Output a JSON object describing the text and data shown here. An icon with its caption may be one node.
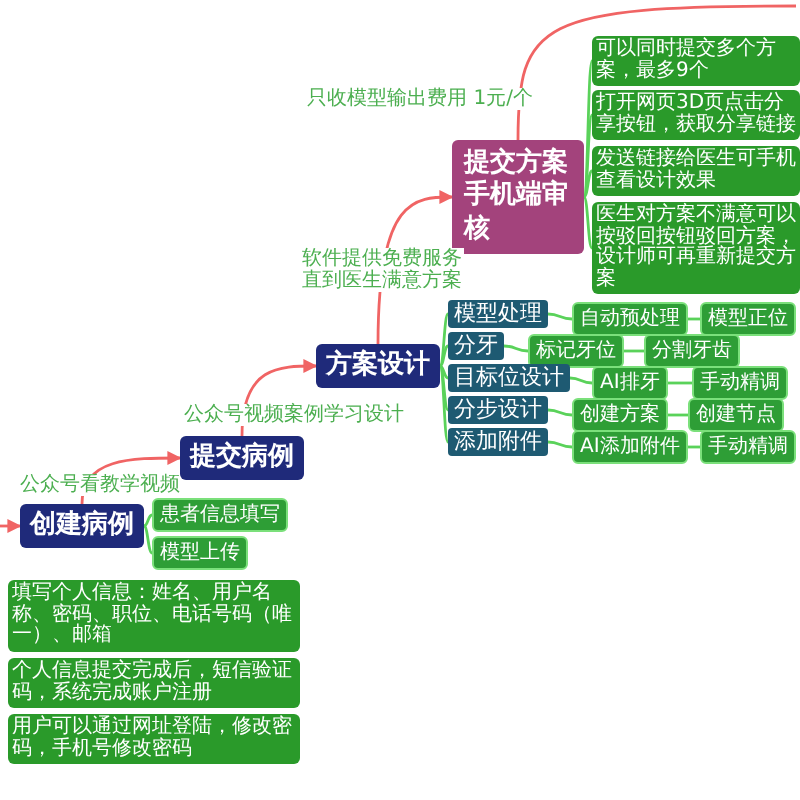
{
  "diagram": {
    "nodes": [
      {
        "text": [
          "创建病例"
        ]
      },
      {
        "text": [
          "患者信息填写"
        ]
      },
      {
        "text": [
          "模型上传"
        ]
      },
      {
        "text": [
          "填写个人信息：姓名、用户名称、密码、职位、电话号码（唯一）、邮箱"
        ]
      },
      {
        "text": [
          "个人信息提交完成后，短信验证码，系统完成账户注册"
        ]
      },
      {
        "text": [
          "用户可以通过网址登陆，修改密码，手机号修改密码"
        ]
      },
      {
        "text": [
          "提交病例"
        ]
      },
      {
        "text": [
          "方案设计"
        ]
      },
      {
        "text": [
          "提交方案手机端审核"
        ]
      },
      {
        "text": [
          "可以同时提交多个方案，最多9个"
        ]
      },
      {
        "text": [
          "打开网页3D页点击分享按钮，获取分享链接"
        ]
      },
      {
        "text": [
          "发送链接给医生可手机查看设计效果"
        ]
      },
      {
        "text": [
          "医生对方案不满意可以按驳回按钮驳回方案，设计师可再重新提交方案"
        ]
      },
      {
        "text": [
          "模型处理"
        ]
      },
      {
        "text": [
          "自动预处理"
        ]
      },
      {
        "text": [
          "模型正位"
        ]
      },
      {
        "text": [
          "分牙"
        ]
      },
      {
        "text": [
          "标记牙位"
        ]
      },
      {
        "text": [
          "分割牙齿"
        ]
      },
      {
        "text": [
          "目标位设计"
        ]
      },
      {
        "text": [
          "AI排牙"
        ]
      },
      {
        "text": [
          "手动精调"
        ]
      },
      {
        "text": [
          "分步设计"
        ]
      },
      {
        "text": [
          "创建方案"
        ]
      },
      {
        "text": [
          "创建节点"
        ]
      },
      {
        "text": [
          "添加附件"
        ]
      },
      {
        "text": [
          "AI添加附件"
        ]
      },
      {
        "text": [
          "手动精调"
        ]
      }
    ],
    "edges": [
      {
        "from": null,
        "to": 0,
        "arrow": "to",
        "color": "#f06464"
      },
      {
        "from": 0,
        "to": 6,
        "arrow": "to",
        "label": "公众号看教学视频",
        "color": "#f06464"
      },
      {
        "from": 6,
        "to": 7,
        "arrow": "to",
        "label": "公众号视频案例学习设计",
        "color": "#f06464"
      },
      {
        "from": 7,
        "to": 8,
        "arrow": "to",
        "label": "软件提供免费服务直到医生满意方案",
        "color": "#f06464"
      },
      {
        "from": 8,
        "to": null,
        "arrow": "none",
        "label": "只收模型输出费用 1元/个",
        "color": "#f06464"
      },
      {
        "from": 0,
        "to": 1,
        "arrow": "none"
      },
      {
        "from": 0,
        "to": 2,
        "arrow": "none"
      },
      {
        "from": 8,
        "to": 9,
        "arrow": "none"
      },
      {
        "from": 8,
        "to": 10,
        "arrow": "none"
      },
      {
        "from": 8,
        "to": 11,
        "arrow": "none"
      },
      {
        "from": 8,
        "to": 12,
        "arrow": "none"
      },
      {
        "from": 7,
        "to": 13,
        "arrow": "none"
      },
      {
        "from": 7,
        "to": 16,
        "arrow": "none"
      },
      {
        "from": 7,
        "to": 19,
        "arrow": "none"
      },
      {
        "from": 7,
        "to": 22,
        "arrow": "none"
      },
      {
        "from": 7,
        "to": 25,
        "arrow": "none"
      },
      {
        "from": 13,
        "to": 14,
        "arrow": "none"
      },
      {
        "from": 14,
        "to": 15,
        "arrow": "none"
      },
      {
        "from": 16,
        "to": 17,
        "arrow": "none"
      },
      {
        "from": 17,
        "to": 18,
        "arrow": "none"
      },
      {
        "from": 19,
        "to": 20,
        "arrow": "none"
      },
      {
        "from": 20,
        "to": 21,
        "arrow": "none"
      },
      {
        "from": 22,
        "to": 23,
        "arrow": "none"
      },
      {
        "from": 23,
        "to": 24,
        "arrow": "none"
      },
      {
        "from": 25,
        "to": 26,
        "arrow": "none"
      },
      {
        "from": 26,
        "to": 27,
        "arrow": "none"
      }
    ]
  }
}
